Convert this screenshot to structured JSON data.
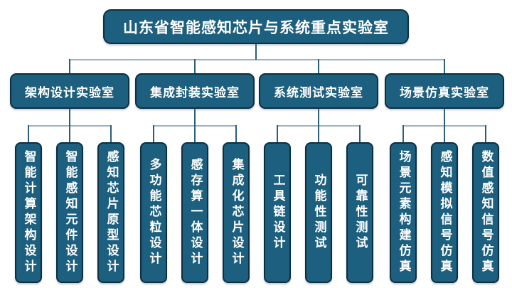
{
  "diagram": {
    "type": "org-chart",
    "title": "山东省智能感知芯片与系统重点实验室",
    "colors": {
      "box_fill": "#1d5f7e",
      "box_border": "#0d2f42",
      "connector_v": "#2a607c",
      "connector_h": "#9db3c2",
      "text": "#ffffff",
      "background": "#ffffff"
    },
    "branches": [
      {
        "label": "架构设计实验室",
        "children": [
          "智能计算架构设计",
          "智能感知元件设计",
          "感知芯片原型设计"
        ]
      },
      {
        "label": "集成封装实验室",
        "children": [
          "多功能芯粒设计",
          "感存算一体设计",
          "集成化芯片设计"
        ]
      },
      {
        "label": "系统测试实验室",
        "children": [
          "工具链设计",
          "功能性测试",
          "可靠性测试"
        ]
      },
      {
        "label": "场景仿真实验室",
        "children": [
          "场景元素构建仿真",
          "感知模拟信号仿真",
          "数值感知信号仿真"
        ]
      }
    ]
  }
}
